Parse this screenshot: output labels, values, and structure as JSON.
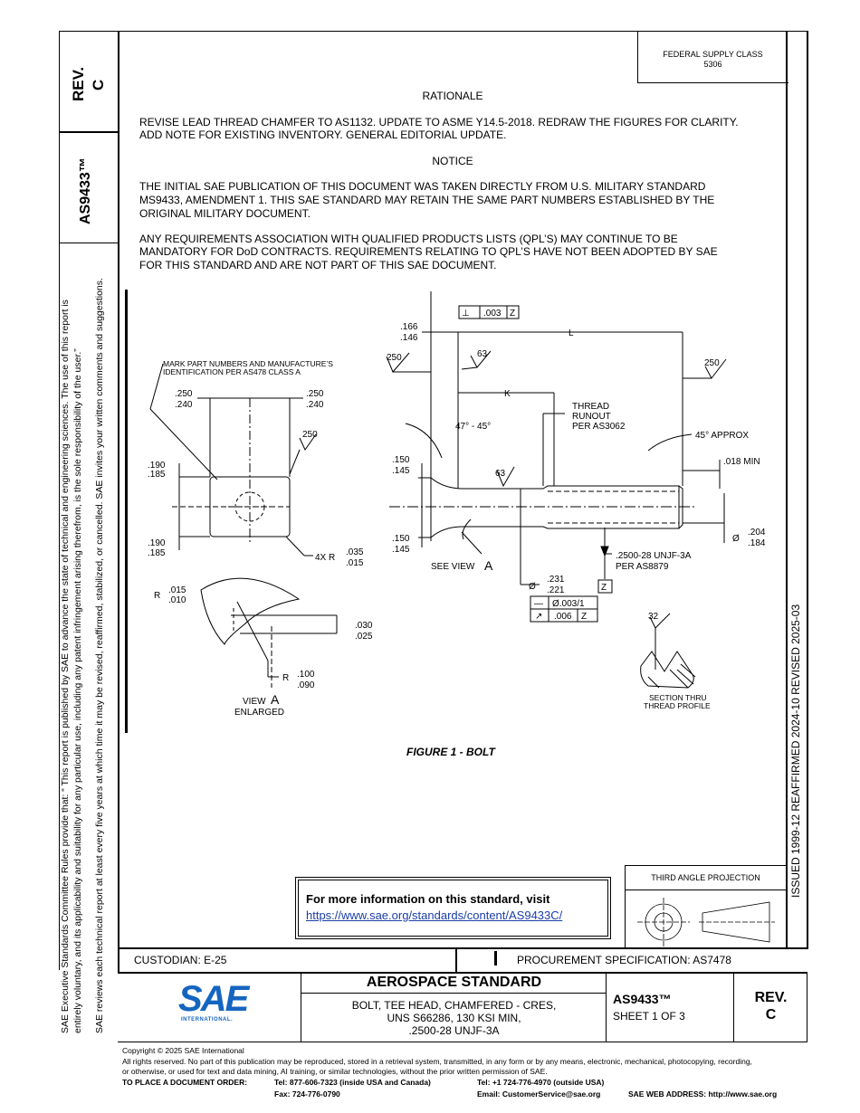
{
  "header": {
    "federal_supply_class_label": "FEDERAL SUPPLY CLASS",
    "federal_supply_class_value": "5306",
    "rev_label": "REV.",
    "rev_value": "C",
    "doc_number": "AS9433™"
  },
  "side_notes": {
    "line1": "SAE Executive Standards Committee Rules provide that: “  This report is published by SAE to advance the state of technical and engineering sciences. The use of this report is",
    "line2": "entirely voluntary, and its applicability and suitability for any particular use, including any patent infringement arising therefrom, is the sole responsibility of the user.”",
    "line3": "SAE reviews each technical report at least every five years at which time it may be revised, reaffirmed, stabilized, or cancelled. SAE invites your written comments and suggestions."
  },
  "right_strip": "ISSUED 1999-12     REAFFIRMED 2024-10     REVISED 2025-03",
  "rationale": {
    "heading": "RATIONALE",
    "text1": "REVISE LEAD THREAD CHAMFER TO AS1132. UPDATE TO ASME Y14.5-2018. REDRAW THE FIGURES FOR CLARITY.",
    "text2": "ADD NOTE FOR EXISTING INVENTORY. GENERAL EDITORIAL UPDATE."
  },
  "notice": {
    "heading": "NOTICE",
    "p1_l1": "THE INITIAL SAE PUBLICATION OF THIS DOCUMENT WAS TAKEN DIRECTLY FROM U.S. MILITARY STANDARD",
    "p1_l2": "MS9433, AMENDMENT 1. THIS SAE STANDARD MAY RETAIN THE SAME PART NUMBERS ESTABLISHED BY THE",
    "p1_l3": "ORIGINAL MILITARY DOCUMENT.",
    "p2_l1": "ANY REQUIREMENTS ASSOCIATION WITH QUALIFIED PRODUCTS LISTS (QPL’S) MAY CONTINUE TO BE",
    "p2_l2": "MANDATORY FOR DoD CONTRACTS. REQUIREMENTS RELATING TO QPL’S HAVE NOT BEEN ADOPTED BY SAE",
    "p2_l3": "FOR THIS STANDARD AND ARE NOT PART OF THIS SAE DOCUMENT."
  },
  "figure": {
    "caption": "FIGURE 1 - BOLT",
    "labels": {
      "mark_note_1": "MARK PART NUMBERS AND MANUFACTURE’S",
      "mark_note_2": "IDENTIFICATION PER AS478 CLASS A",
      "d250": ".250",
      "d240": ".240",
      "d250b": ".250",
      "d240b": ".240",
      "fin250a": "250",
      "fin250b": "250",
      "fin250c": "250",
      "fin63a": "63",
      "fin63b": "63",
      "fin32": "32",
      "d190a": ".190",
      "d185a": ".185",
      "d190b": ".190",
      "d185b": ".185",
      "r4x": "4X  R",
      "d035": ".035",
      "d015": ".015",
      "r_label": "R",
      "d015b": ".015",
      "d010": ".010",
      "d030": ".030",
      "d025": ".025",
      "r_label2": "R",
      "d100": ".100",
      "d090": ".090",
      "view_a": "VIEW",
      "view_a_letter": "A",
      "enlarged": "ENLARGED",
      "d166": ".166",
      "d146": ".146",
      "fcf1_sym": "⊥",
      "fcf1_val": ".003",
      "fcf1_datum": "Z",
      "len_L": "L",
      "len_K": "K",
      "thread_runout_1": "THREAD",
      "thread_runout_2": "RUNOUT",
      "thread_runout_3": "PER AS3062",
      "angle_47": "47° - 45°",
      "angle_45": "45°  APPROX",
      "d018min": ".018  MIN",
      "d150a": ".150",
      "d145a": ".145",
      "d150b": ".150",
      "d145b": ".145",
      "see_view": "SEE VIEW",
      "see_view_letter": "A",
      "dia_sym": "Ø",
      "d231": ".231",
      "d221": ".221",
      "d204": ".204",
      "d184": ".184",
      "thread_spec": ".2500-28 UNJF-3A",
      "thread_per": "PER AS8879",
      "datum_z": "Z",
      "fcf2_val": "Ø.003/1",
      "fcf3_val": ".006",
      "fcf3_datum": "Z",
      "section_1": "SECTION THRU",
      "section_2": "THREAD PROFILE"
    }
  },
  "info_box": {
    "title": "For more information on this standard, visit",
    "link": "https://www.sae.org/standards/content/AS9433C/"
  },
  "projection": {
    "label": "THIRD ANGLE PROJECTION"
  },
  "title_block": {
    "custodian": "CUSTODIAN: E-25",
    "procurement": "PROCUREMENT SPECIFICATION: AS7478",
    "aerospace_standard": "AEROSPACE STANDARD",
    "desc_l1": "BOLT, TEE HEAD, CHAMFERED - CRES,",
    "desc_l2": "UNS S66286, 130 KSI MIN,",
    "desc_l3": ".2500-28 UNJF-3A",
    "doc_number": "AS9433™",
    "sheet": "SHEET 1 OF 3",
    "rev_label": "REV.",
    "rev_value": "C",
    "logo_text": "SAE",
    "logo_sub": "INTERNATIONAL."
  },
  "footer": {
    "copyright": "Copyright © 2025 SAE International",
    "rights_l1": "All rights reserved. No part of this publication may be reproduced, stored in a retrieval system, transmitted, in any form or by any means, electronic, mechanical, photocopying, recording,",
    "rights_l2": "or otherwise, or used for text and data mining, AI training, or similar technologies, without the prior written permission of SAE.",
    "order_label": "TO PLACE A DOCUMENT ORDER:",
    "tel_us": "Tel:  877-606-7323 (inside USA and Canada)",
    "tel_intl": "Tel:  +1 724-776-4970 (outside USA)",
    "fax": "Fax:  724-776-0790",
    "email": "Email:  CustomerService@sae.org",
    "web": "SAE WEB ADDRESS:  http://www.sae.org"
  },
  "colors": {
    "sae_blue": "#1565c0",
    "link": "#1a3ea8"
  }
}
